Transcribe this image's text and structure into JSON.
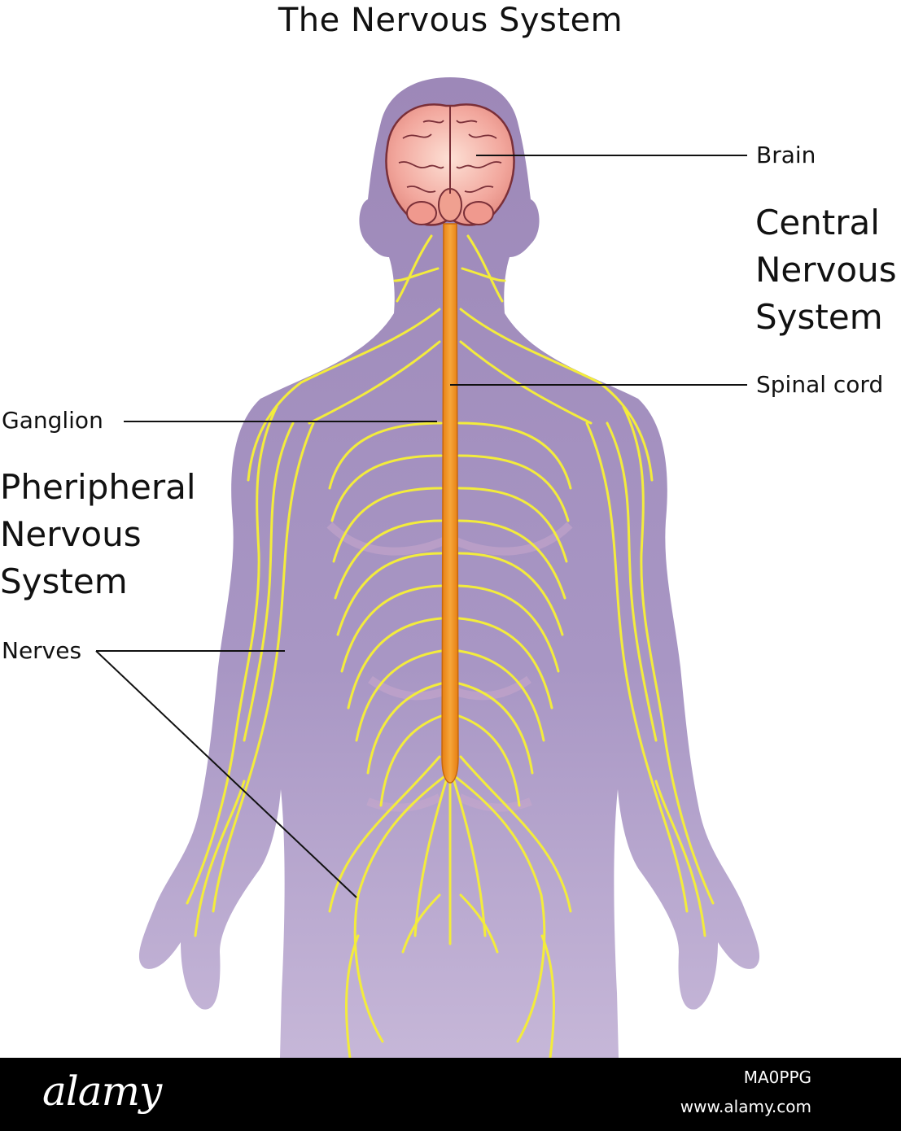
{
  "title": "The Nervous System",
  "labels": {
    "brain": "Brain",
    "spinal_cord": "Spinal cord",
    "ganglion": "Ganglion",
    "nerves": "Nerves"
  },
  "sections": {
    "central": [
      "Central",
      "Nervous",
      "System"
    ],
    "peripheral": [
      "Pheripheral",
      "Nervous",
      "System"
    ]
  },
  "footer": {
    "logo": "alamy",
    "image_id": "MA0PPG",
    "url": "www.alamy.com"
  },
  "colors": {
    "body": "#a493bd",
    "nerves": "#f3ec3c",
    "spinal_cord": "#f0961e",
    "brain": "#f2a79d",
    "leader_lines": "#111111"
  }
}
